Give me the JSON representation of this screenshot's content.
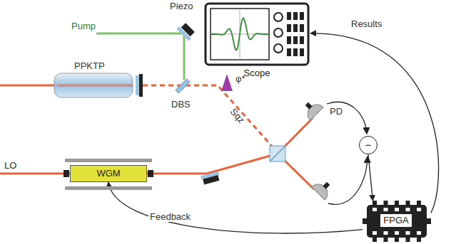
{
  "diagram": {
    "nodes": [
      {
        "text": [
          "Scope"
        ]
      },
      {
        "text": [
          "WGM"
        ]
      },
      {
        "text": [
          "−"
        ]
      },
      {
        "text": [
          "FPGA"
        ]
      }
    ],
    "edges": [
      {
        "from": 3,
        "to": 0,
        "arrow": "to",
        "label": "Results"
      },
      {
        "from": 3,
        "to": 1,
        "arrow": "to",
        "label": "Feedback"
      },
      {
        "from": 2,
        "to": 3,
        "arrow": "to"
      }
    ],
    "labels": [
      "Piezo",
      "Pump",
      "PPKTP",
      "DBS",
      "φ*",
      "Sqz",
      "PD",
      "LO"
    ]
  }
}
